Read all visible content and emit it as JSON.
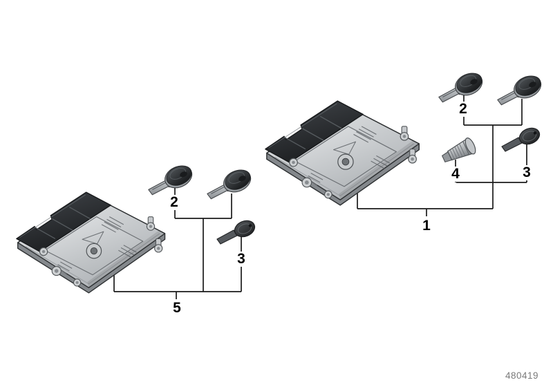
{
  "drawing_number": "480419",
  "callouts": {
    "left": {
      "key_pair": "2",
      "spare_key": "3",
      "assembly": "5"
    },
    "right": {
      "key_pair": "2",
      "lock_cylinder": "4",
      "spare_key": "3",
      "assembly": "1"
    }
  },
  "colors": {
    "background": "#ffffff",
    "leader_line": "#1a1a1a",
    "callout_text": "#000000",
    "drawing_number_text": "#7a7a7a",
    "connector_dark": "#26282a",
    "housing_light": "#e9ebec",
    "housing_mid": "#adb1b5"
  },
  "illustrations": {
    "left_group": [
      "control-unit",
      "key",
      "key",
      "spare-key"
    ],
    "right_group": [
      "control-unit",
      "key",
      "key",
      "lock-cylinder",
      "spare-key"
    ]
  }
}
